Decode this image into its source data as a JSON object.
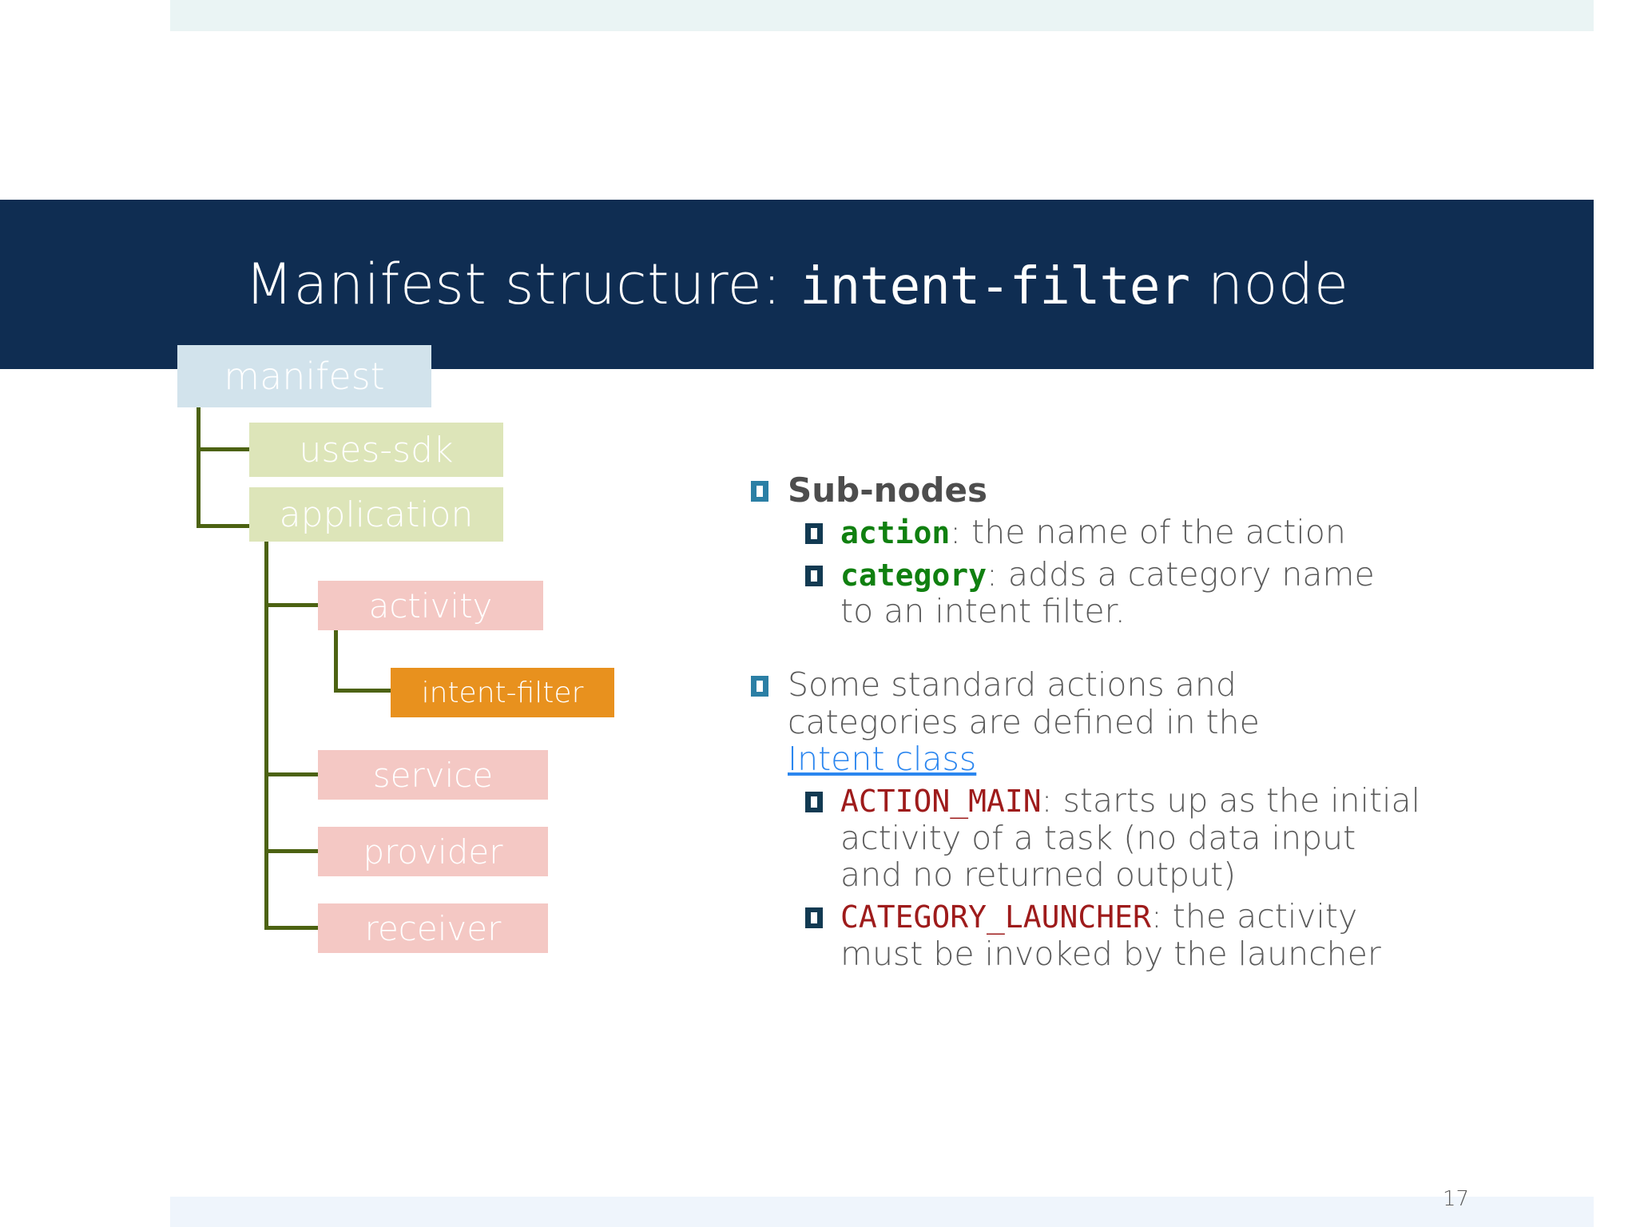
{
  "slide": {
    "title_prefix": "Manifest structure: ",
    "title_mono": "intent-filter",
    "title_suffix": " node",
    "page_number": "17"
  },
  "colors": {
    "title_bar": "#0f2d52",
    "top_bar": "#eaf4f4",
    "bottom_bar": "#eff5fc",
    "connector": "#4c6212",
    "node_manifest": "#d2e3ec",
    "node_green": "#dde5b9",
    "node_pink": "#f4c8c4",
    "node_highlight": "#e8911e",
    "bullet_level1": "#2b7fa5",
    "bullet_level2": "#123a52",
    "keyword_green": "#108010",
    "keyword_red": "#9e1b1b",
    "link": "#2b86ef",
    "body_text": "#5a5a5a"
  },
  "tree": {
    "nodes": [
      {
        "id": "manifest",
        "label": "manifest"
      },
      {
        "id": "uses-sdk",
        "label": "uses-sdk"
      },
      {
        "id": "application",
        "label": "application"
      },
      {
        "id": "activity",
        "label": "activity"
      },
      {
        "id": "intent-filter",
        "label": "intent-filter"
      },
      {
        "id": "service",
        "label": "service"
      },
      {
        "id": "provider",
        "label": "provider"
      },
      {
        "id": "receiver",
        "label": "receiver"
      }
    ]
  },
  "content": {
    "block1": {
      "heading": "Sub-nodes",
      "items": [
        {
          "keyword": "action",
          "rest": ": the name of the action"
        },
        {
          "keyword": "category",
          "rest": ": adds a category name",
          "rest2": "to an intent filter."
        }
      ]
    },
    "block2": {
      "line1": "Some standard actions and",
      "line2": "categories are defined in the",
      "link": "Intent class",
      "items": [
        {
          "keyword": "ACTION_MAIN",
          "rest": ": starts up as the initial",
          "rest2": "activity of a task (no data input",
          "rest3": "and no returned output)"
        },
        {
          "keyword": "CATEGORY_LAUNCHER",
          "rest": ": the activity",
          "rest2": "must be invoked by the launcher"
        }
      ]
    }
  }
}
